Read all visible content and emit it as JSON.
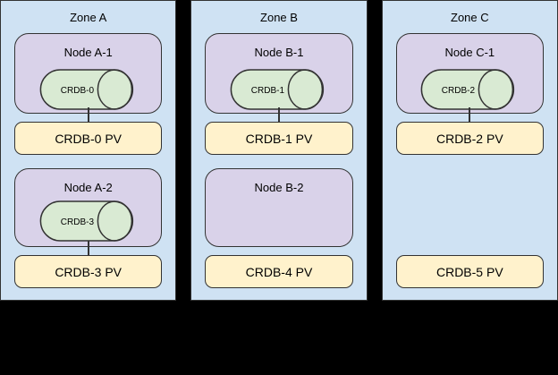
{
  "colors": {
    "background": "#000000",
    "zone_fill": "#cfe2f3",
    "node_fill": "#d9d2e9",
    "cylinder_fill": "#d9ead3",
    "pv_fill": "#fff2cc",
    "border": "#333333",
    "text": "#000000"
  },
  "zones": [
    {
      "title": "Zone A",
      "slots": [
        {
          "node": {
            "title": "Node A-1",
            "db": "CRDB-0"
          },
          "pv": "CRDB-0 PV",
          "connected_to_pv": true
        },
        {
          "node": {
            "title": "Node A-2",
            "db": "CRDB-3"
          },
          "pv": "CRDB-3 PV",
          "connected_to_pv": true
        }
      ]
    },
    {
      "title": "Zone B",
      "slots": [
        {
          "node": {
            "title": "Node B-1",
            "db": "CRDB-1"
          },
          "pv": "CRDB-1 PV",
          "connected_to_pv": true
        },
        {
          "node": {
            "title": "Node B-2",
            "db": null
          },
          "pv": "CRDB-4 PV",
          "connected_to_pv": false
        }
      ]
    },
    {
      "title": "Zone C",
      "slots": [
        {
          "node": {
            "title": "Node C-1",
            "db": "CRDB-2"
          },
          "pv": "CRDB-2 PV",
          "connected_to_pv": true
        },
        {
          "node": null,
          "pv": "CRDB-5 PV",
          "connected_to_pv": false
        }
      ]
    }
  ]
}
